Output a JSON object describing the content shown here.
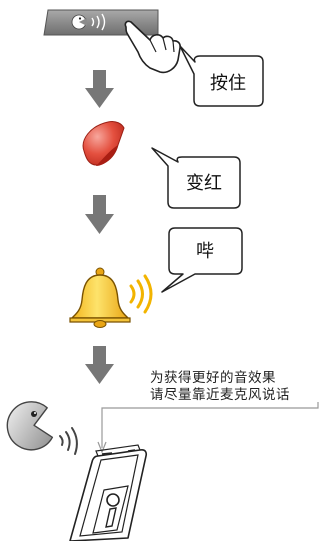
{
  "callouts": {
    "press": "按住",
    "turn_red": "变红",
    "beep": "哔"
  },
  "instruction": {
    "line1": "为获得更好的音效果",
    "line2": "请尽量靠近麦克风说话"
  },
  "icons": {
    "device_button": "pacman-sound-button-icon",
    "hand": "pointing-hand-icon",
    "led": "red-light-icon",
    "bell": "bell-ringing-icon",
    "speaker": "pacman-speaking-icon",
    "device": "handheld-device-icon",
    "arrow": "down-arrow-icon"
  },
  "colors": {
    "arrow": "#777777",
    "led_red": "#e2463a",
    "bell_yellow": "#f7c833",
    "sound_waves": "#f2b400",
    "button_bar": "#8a8a8a"
  }
}
